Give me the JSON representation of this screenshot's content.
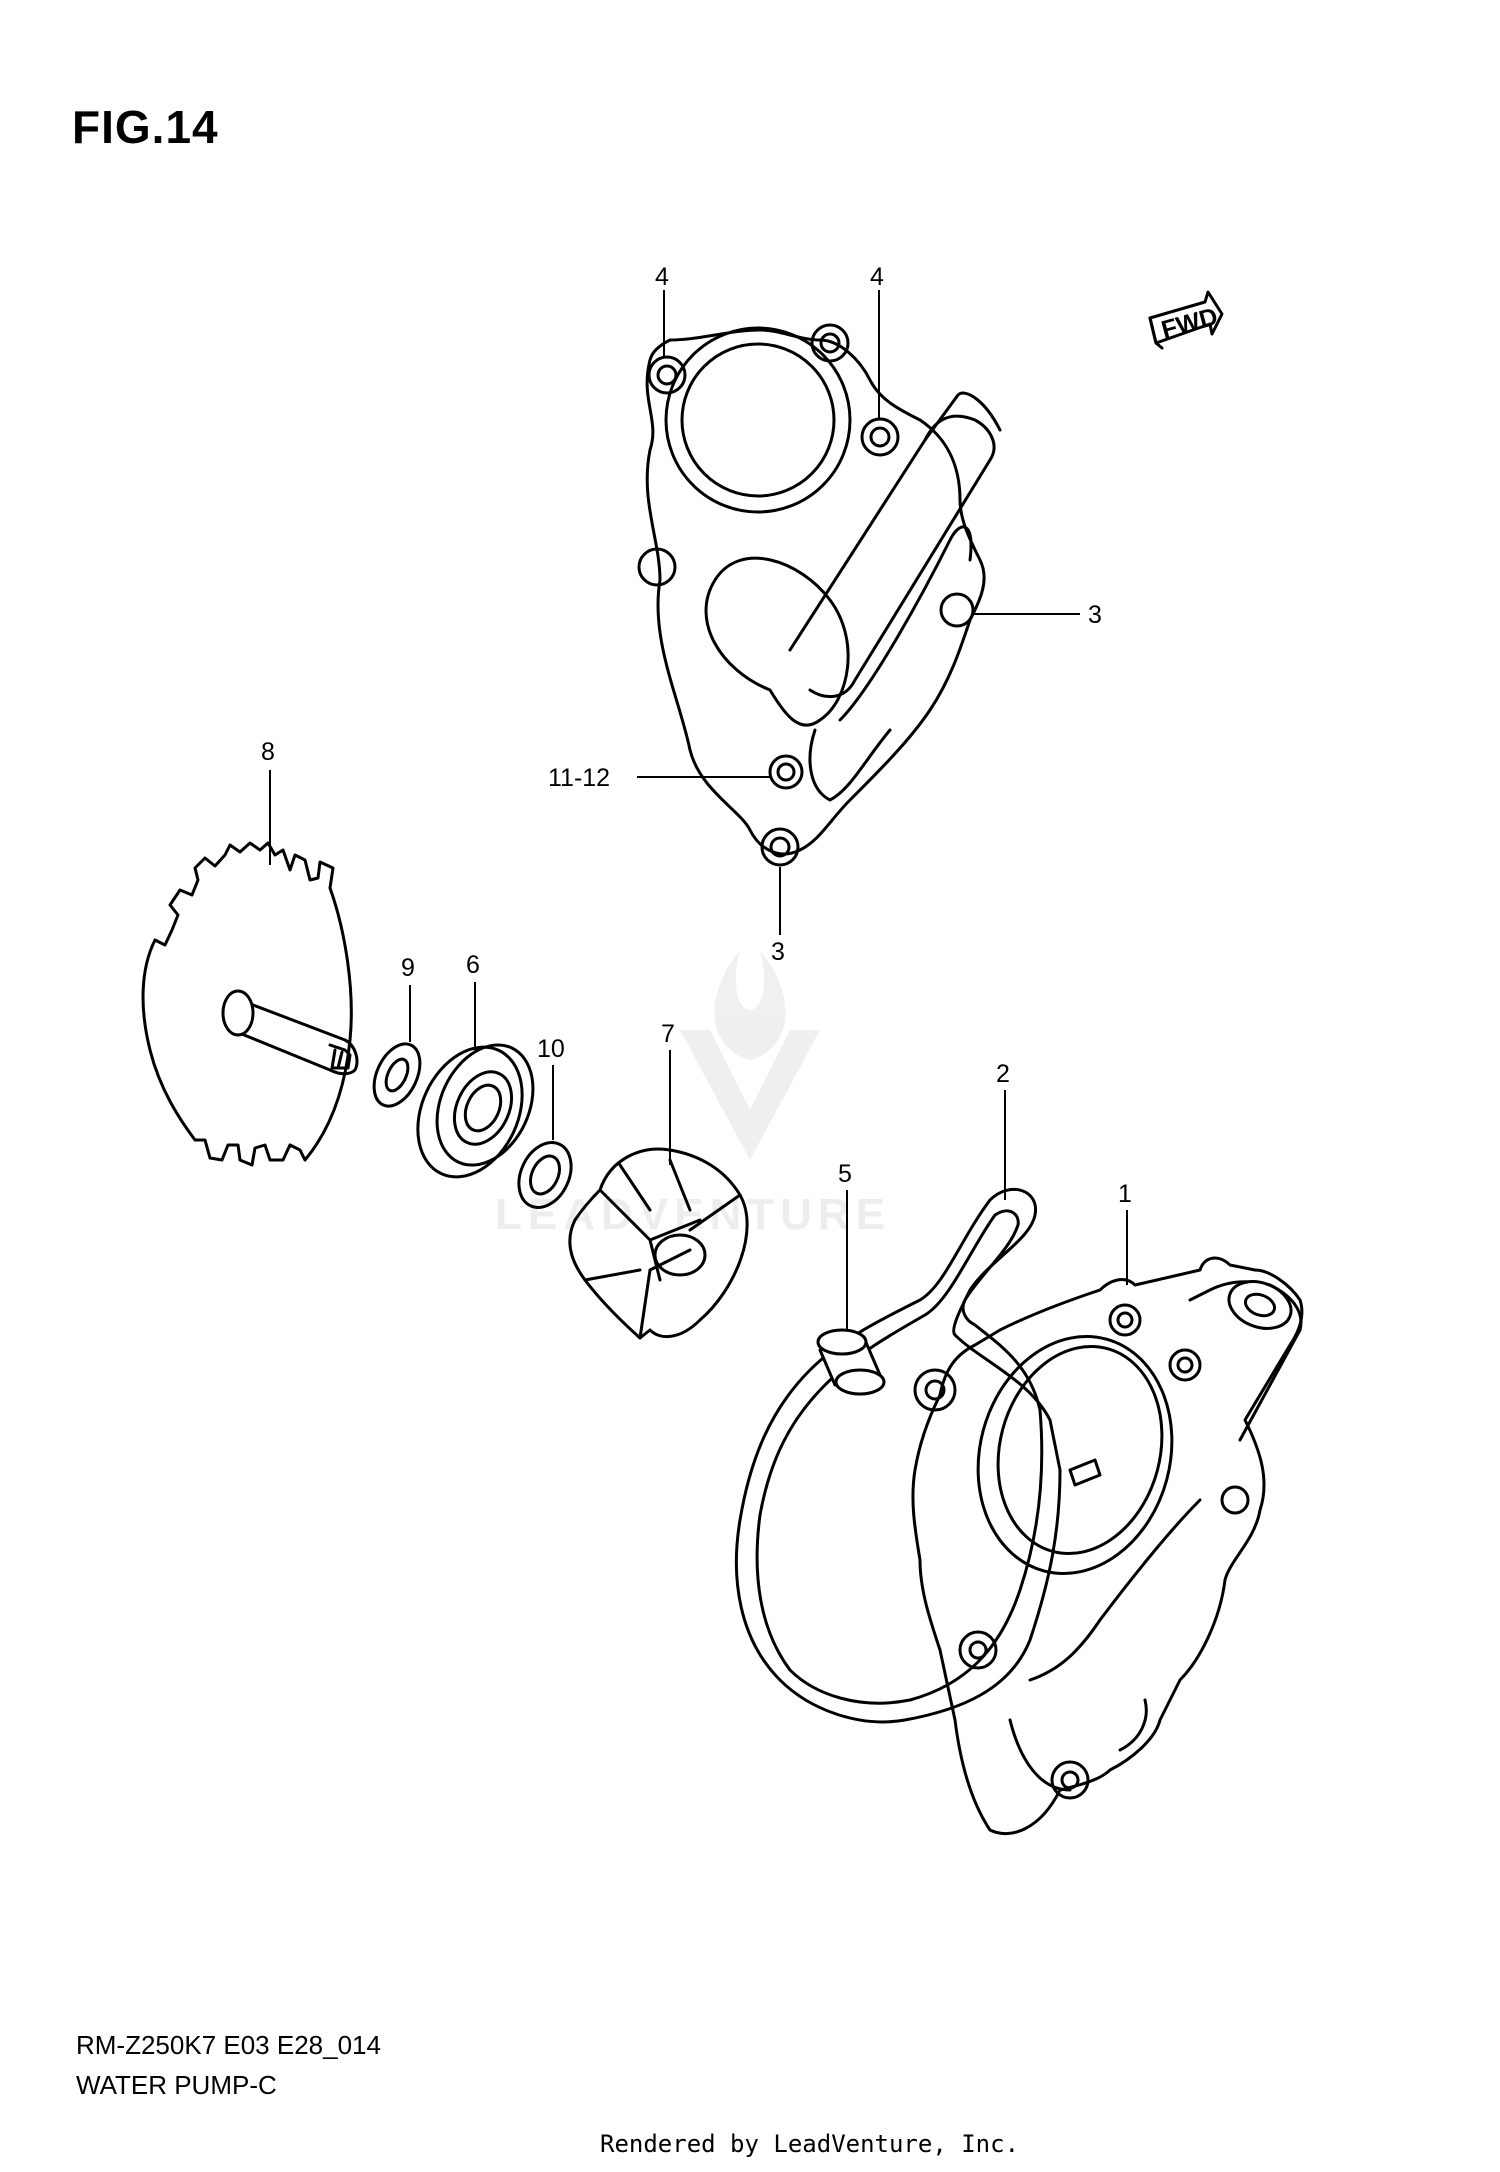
{
  "figure": {
    "title": "FIG.14"
  },
  "callouts": {
    "c1": "1",
    "c2": "2",
    "c3a": "3",
    "c3b": "3",
    "c4a": "4",
    "c4b": "4",
    "c5": "5",
    "c6": "6",
    "c7": "7",
    "c8": "8",
    "c9": "9",
    "c10": "10",
    "c11_12": "11-12"
  },
  "fwd_badge": "FWD",
  "footer": {
    "code": "RM-Z250K7 E03 E28_014",
    "name": "WATER PUMP-C",
    "credit": "Rendered by LeadVenture, Inc."
  },
  "watermark": {
    "text": "LEADVENTURE"
  }
}
